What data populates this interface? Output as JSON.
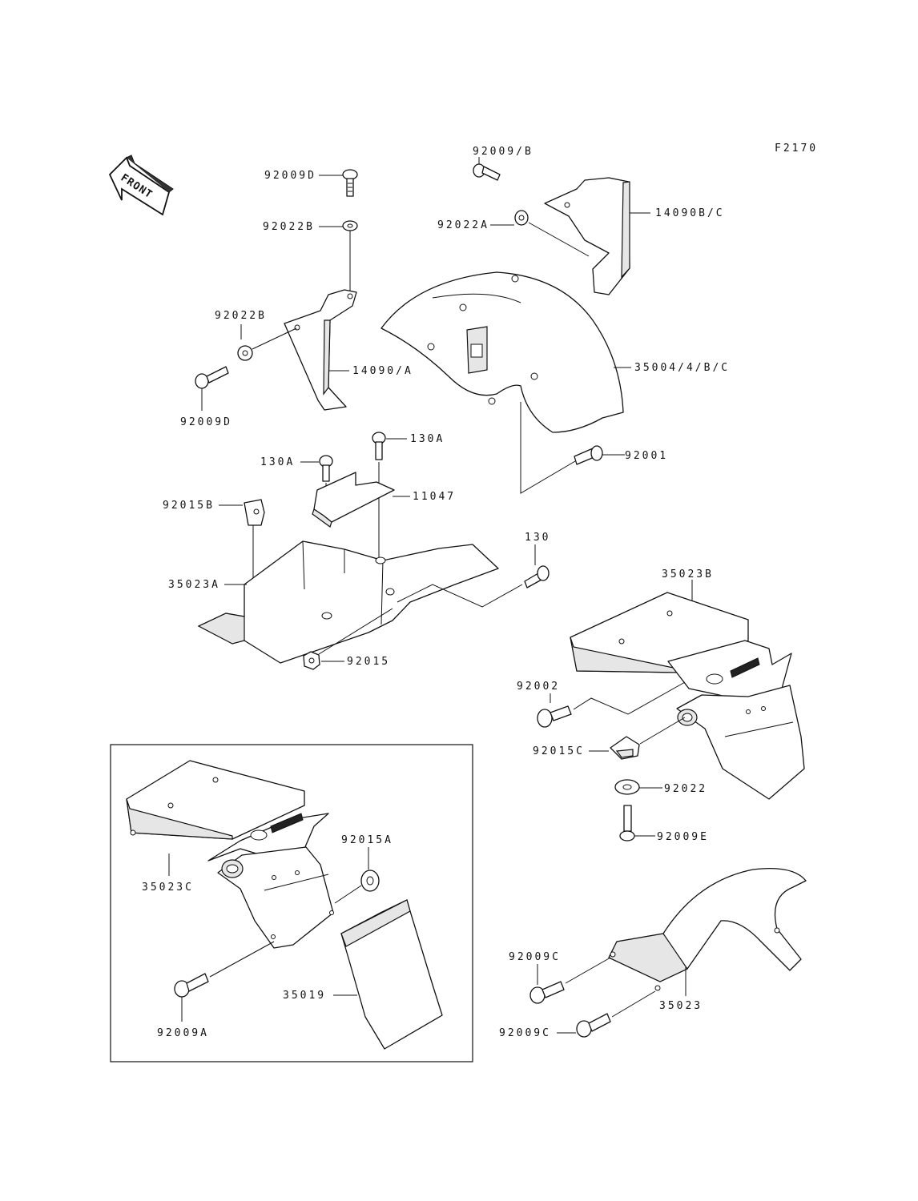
{
  "figure_code": "F2170",
  "front_badge": "FRONT",
  "inset_label": "",
  "labels": {
    "l_92009d_top": "92009D",
    "l_92022b_top": "92022B",
    "l_92009b": "92009/B",
    "l_92022a": "92022A",
    "l_14090bc": "14090B/C",
    "l_92022b_mid": "92022B",
    "l_14090a": "14090/A",
    "l_92009d_bot": "92009D",
    "l_35004": "35004/4/B/C",
    "l_130a_right": "130A",
    "l_130a_left": "130A",
    "l_92015b": "92015B",
    "l_11047": "11047",
    "l_92001": "92001",
    "l_130": "130",
    "l_35023a": "35023A",
    "l_92015": "92015",
    "l_35023b": "35023B",
    "l_92002": "92002",
    "l_92015c": "92015C",
    "l_92022": "92022",
    "l_92009e": "92009E",
    "l_92015a": "92015A",
    "l_35023c": "35023C",
    "l_35019": "35019",
    "l_92009a": "92009A",
    "l_92009c_top": "92009C",
    "l_92009c_bot": "92009C",
    "l_35023": "35023"
  }
}
